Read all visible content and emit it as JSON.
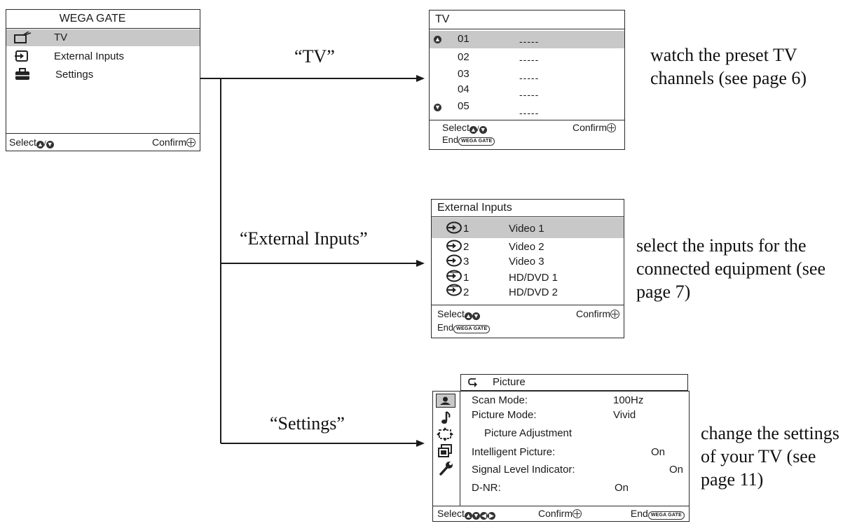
{
  "wega_gate": {
    "title": "WEGA GATE",
    "items": [
      {
        "label": "TV",
        "icon": "tv-icon"
      },
      {
        "label": "External Inputs",
        "icon": "input-icon"
      },
      {
        "label": "Settings",
        "icon": "toolbox-icon"
      }
    ],
    "footer_select": "Select",
    "footer_confirm": "Confirm"
  },
  "arrows": {
    "tv_label": "“TV”",
    "external_label": "“External Inputs”",
    "settings_label": "“Settings”"
  },
  "tv_menu": {
    "title": "TV",
    "channels": [
      {
        "num": "01",
        "name": "-----"
      },
      {
        "num": "02",
        "name": "-----"
      },
      {
        "num": "03",
        "name": "-----"
      },
      {
        "num": "04",
        "name": "-----"
      },
      {
        "num": "05",
        "name": "-----"
      }
    ],
    "footer_select": "Select",
    "footer_confirm": "Confirm",
    "footer_end": "End",
    "end_button": "WEGA GATE"
  },
  "external_menu": {
    "title": "External Inputs",
    "inputs": [
      {
        "num": "1",
        "label": "Video 1"
      },
      {
        "num": "2",
        "label": "Video 2"
      },
      {
        "num": "3",
        "label": "Video 3"
      },
      {
        "num": "1",
        "label": "HD/DVD 1"
      },
      {
        "num": "2",
        "label": "HD/DVD 2"
      }
    ],
    "footer_select": "Select",
    "footer_confirm": "Confirm",
    "footer_end": "End",
    "end_button": "WEGA GATE"
  },
  "settings_menu": {
    "title": "Picture",
    "rows": [
      {
        "label": "Scan Mode:",
        "value": "100Hz"
      },
      {
        "label": "Picture Mode:",
        "value": "Vivid"
      },
      {
        "label": "Picture Adjustment",
        "value": ""
      },
      {
        "label": "Intelligent Picture:",
        "value": "On"
      },
      {
        "label": "Signal Level Indicator:",
        "value": "On"
      },
      {
        "label": "D-NR:",
        "value": "On"
      }
    ],
    "footer_select": "Select",
    "footer_confirm": "Confirm",
    "footer_end": "End",
    "end_button": "WEGA GATE"
  },
  "captions": {
    "tv": "watch the preset TV channels (see page 6)",
    "external": "select the inputs for the connected equipment (see page 7)",
    "settings": "change the settings of your TV (see page 11)"
  }
}
